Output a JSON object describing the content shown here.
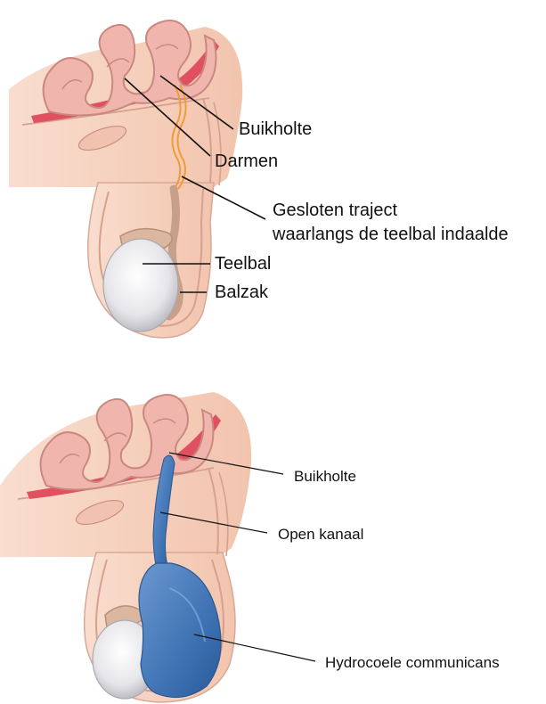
{
  "top_diagram": {
    "labels": {
      "buikholte": "Buikholte",
      "darmen": "Darmen",
      "traject_line1": "Gesloten traject",
      "traject_line2": "waarlangs de teelbal indaalde",
      "teelbal": "Teelbal",
      "balzak": "Balzak"
    }
  },
  "bottom_diagram": {
    "labels": {
      "buikholte": "Buikholte",
      "open_kanaal": "Open kanaal",
      "hydrocoele": "Hydrocoele communicans"
    }
  },
  "colors": {
    "skin": "#f6d3c0",
    "skin_dark": "#e9b8a4",
    "tissue_line": "#d7a090",
    "intestine": "#f0b6ad",
    "intestine_edge": "#c98880",
    "peritoneum": "#e05060",
    "testis": "#ececef",
    "fluid": "#3f73b4",
    "orange_track": "#f29a35"
  }
}
